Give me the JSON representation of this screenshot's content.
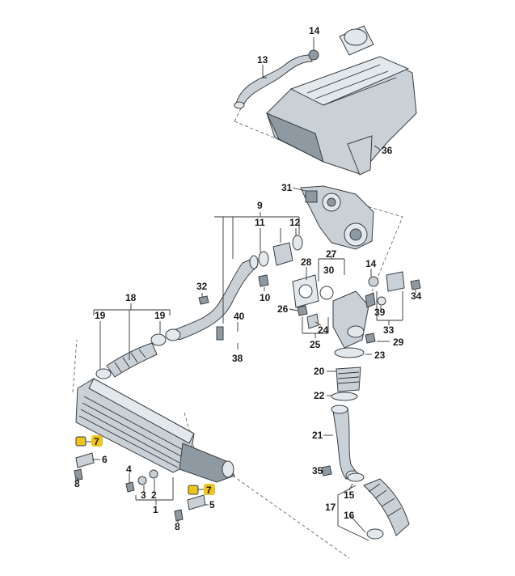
{
  "labels": {
    "l1": "1",
    "l2": "2",
    "l3": "3",
    "l4": "4",
    "l5": "5",
    "l6": "6",
    "l7a": "7",
    "l7b": "7",
    "l8a": "8",
    "l8b": "8",
    "l9": "9",
    "l10": "10",
    "l11": "11",
    "l12": "12",
    "l13": "13",
    "l14a": "14",
    "l14b": "14",
    "l15": "15",
    "l16": "16",
    "l17": "17",
    "l18": "18",
    "l19a": "19",
    "l19b": "19",
    "l20": "20",
    "l21": "21",
    "l22": "22",
    "l23": "23",
    "l24": "24",
    "l25": "25",
    "l26": "26",
    "l27": "27",
    "l28": "28",
    "l29": "29",
    "l30": "30",
    "l31": "31",
    "l32": "32",
    "l33": "33",
    "l34": "34",
    "l35": "35",
    "l36": "36",
    "l38": "38",
    "l39": "39",
    "l40": "40"
  },
  "colors": {
    "part_fill": "#c9d1d7",
    "part_light": "#e3e8ec",
    "part_dark": "#8e99a1",
    "highlight": "#f0c419",
    "line": "#333333"
  }
}
